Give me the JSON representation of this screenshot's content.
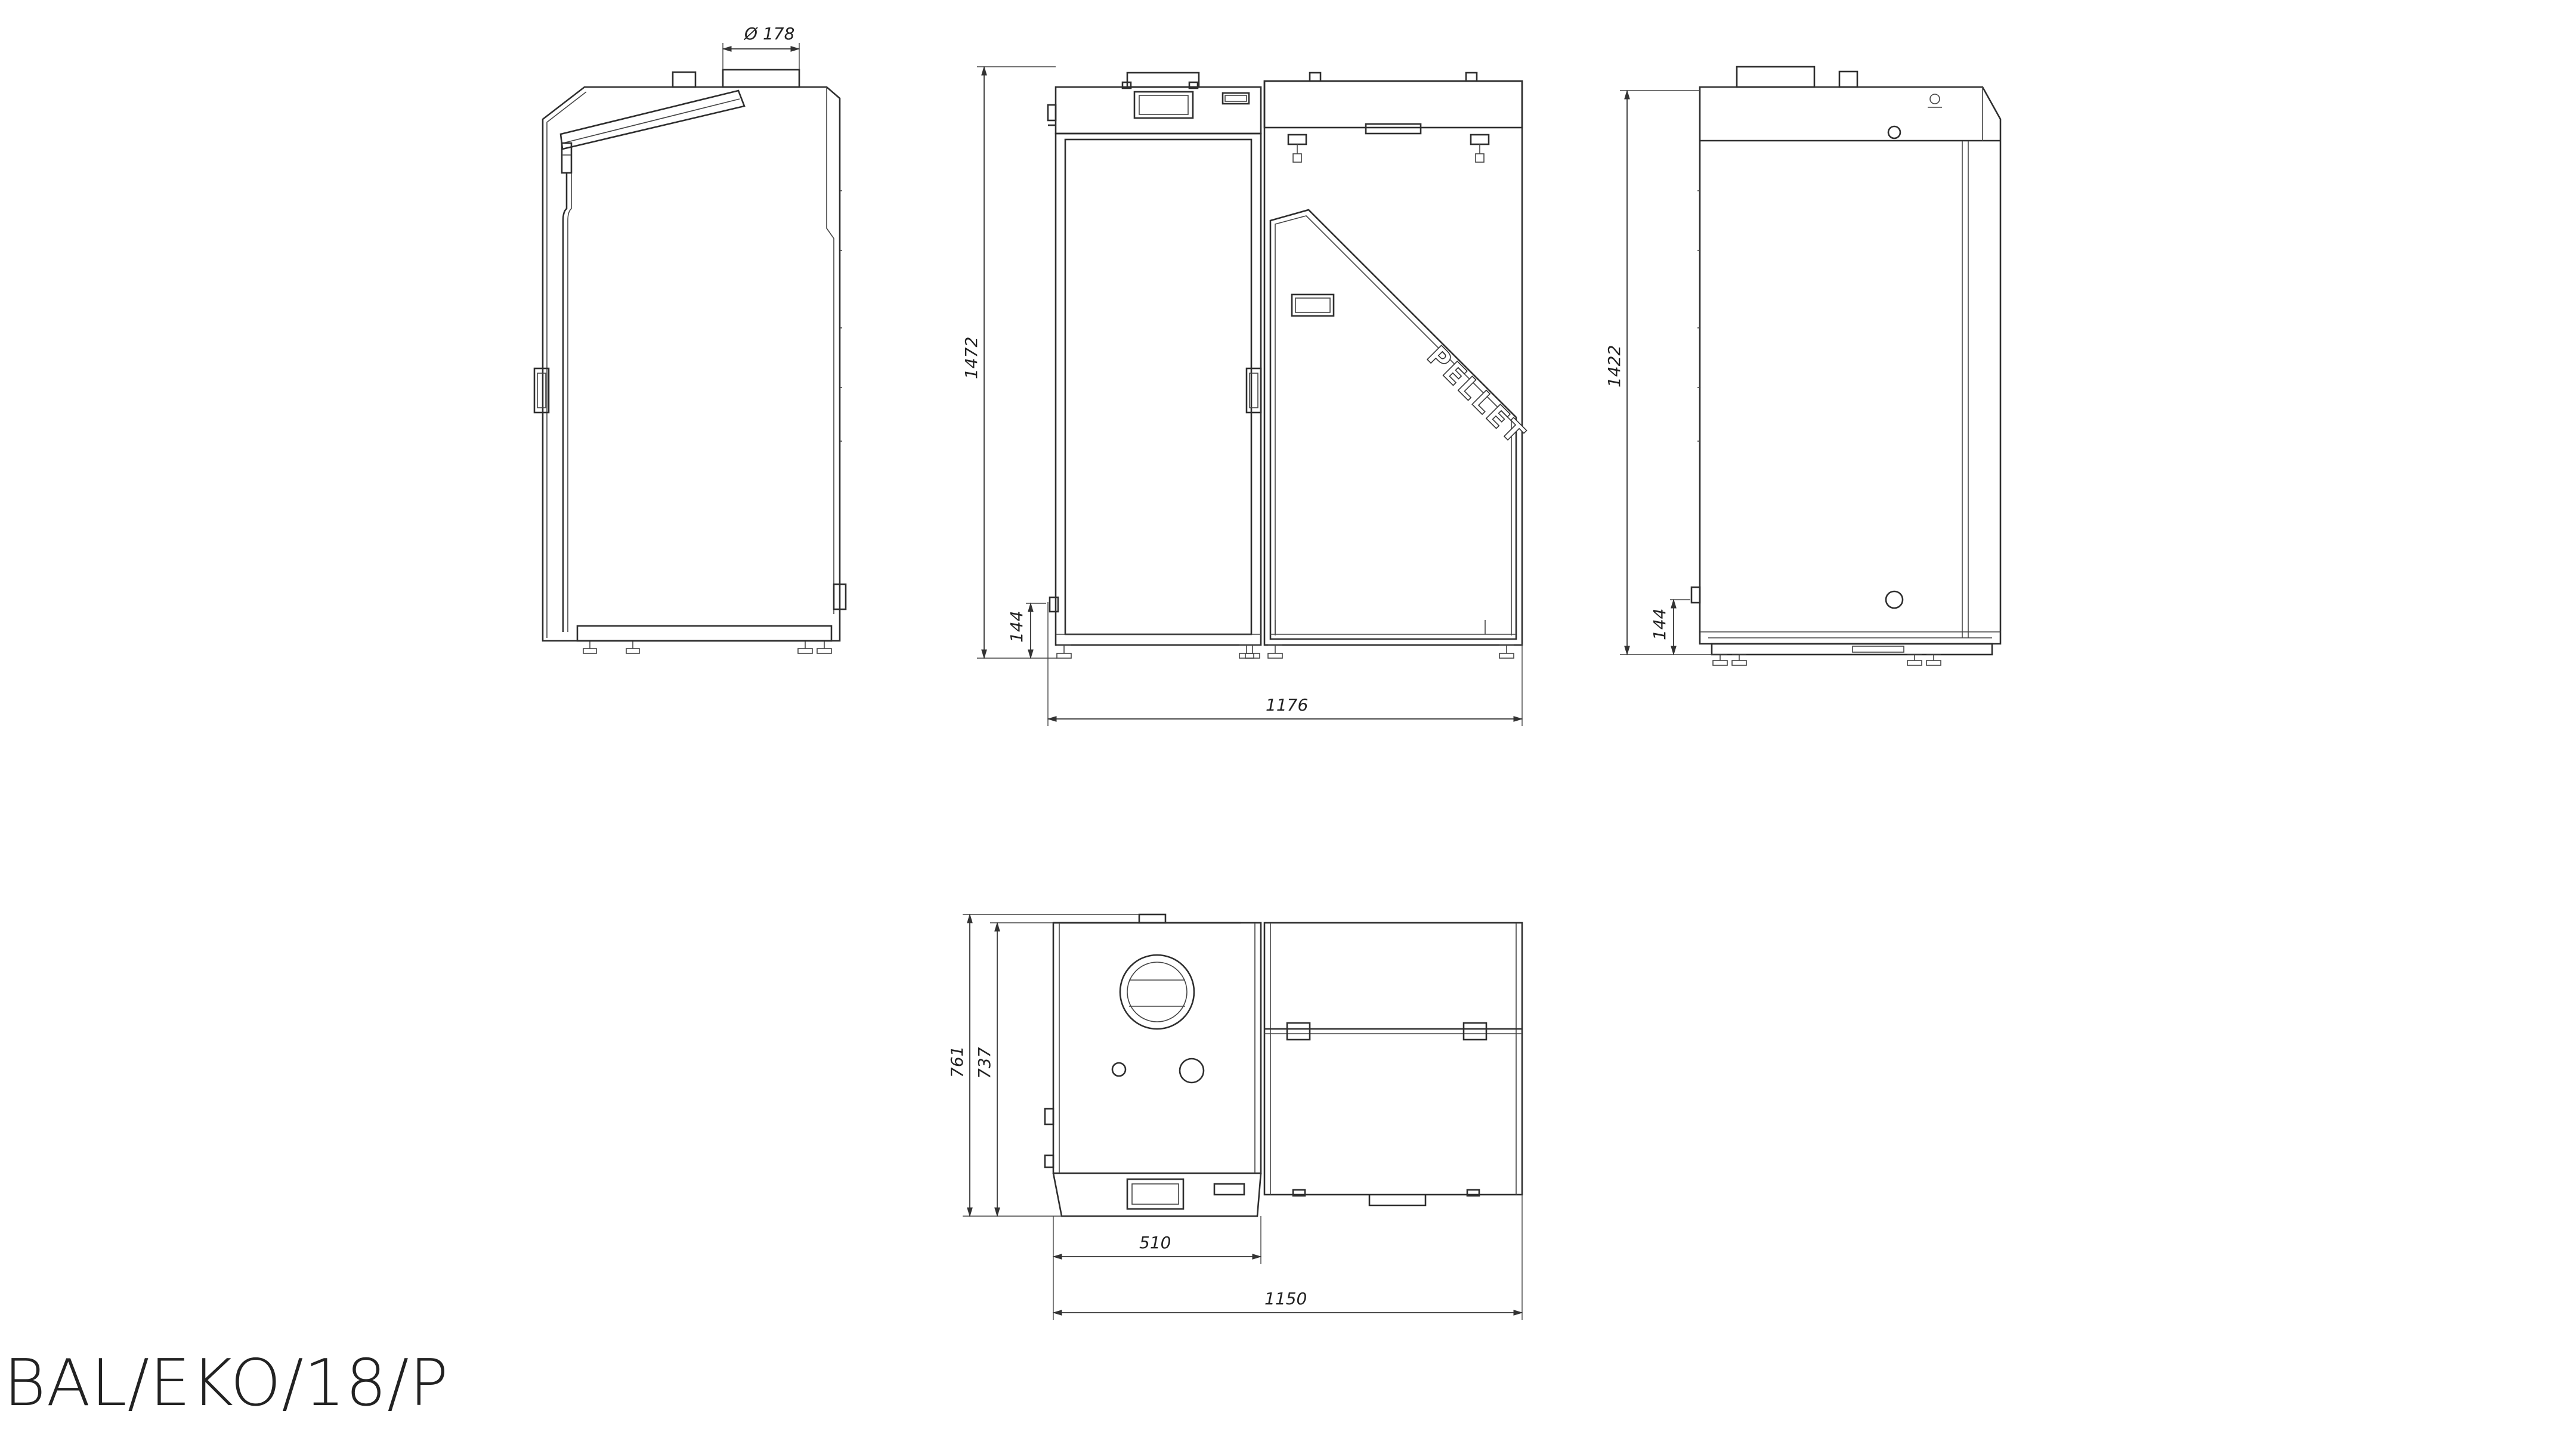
{
  "model": "BAL/EKO/18/P",
  "hopper_label": "PELLET",
  "dimensions": {
    "flue_diameter": "Ø 178",
    "front_height": "1472",
    "front_foot_height": "144",
    "front_width": "1176",
    "back_height": "1422",
    "back_foot_height": "144",
    "top_depth_total": "761",
    "top_depth_body": "737",
    "top_width_body": "510",
    "top_width_total": "1150"
  }
}
